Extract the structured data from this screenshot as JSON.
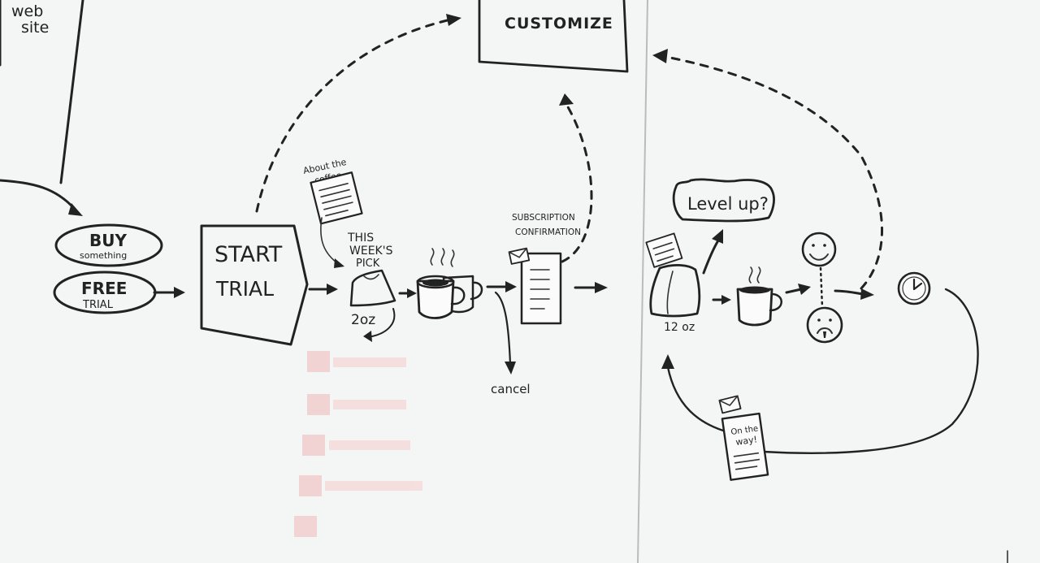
{
  "diagram": {
    "web_site": [
      "web",
      "site"
    ],
    "buy": {
      "line1": "BUY",
      "line2": "something"
    },
    "free_trial": {
      "line1": "FREE",
      "line2": "TRIAL"
    },
    "start_trial": [
      "START",
      "TRIAL"
    ],
    "about_coffee": [
      "About the",
      "coffee"
    ],
    "this_weeks_pick": [
      "THIS",
      "WEEK'S",
      "PICK"
    ],
    "bag_small_size": "2oz",
    "subscription_confirmation": [
      "SUBSCRIPTION",
      "CONFIRMATION"
    ],
    "cancel": "cancel",
    "customize": "CUSTOMIZE",
    "level_up": "Level up?",
    "bag_large_size": "12 oz",
    "on_the_way": [
      "On the",
      "way!"
    ]
  },
  "colors": {
    "ink": "#222222",
    "board": "#f4f5f5",
    "faint_red": "#f2b8b8"
  }
}
